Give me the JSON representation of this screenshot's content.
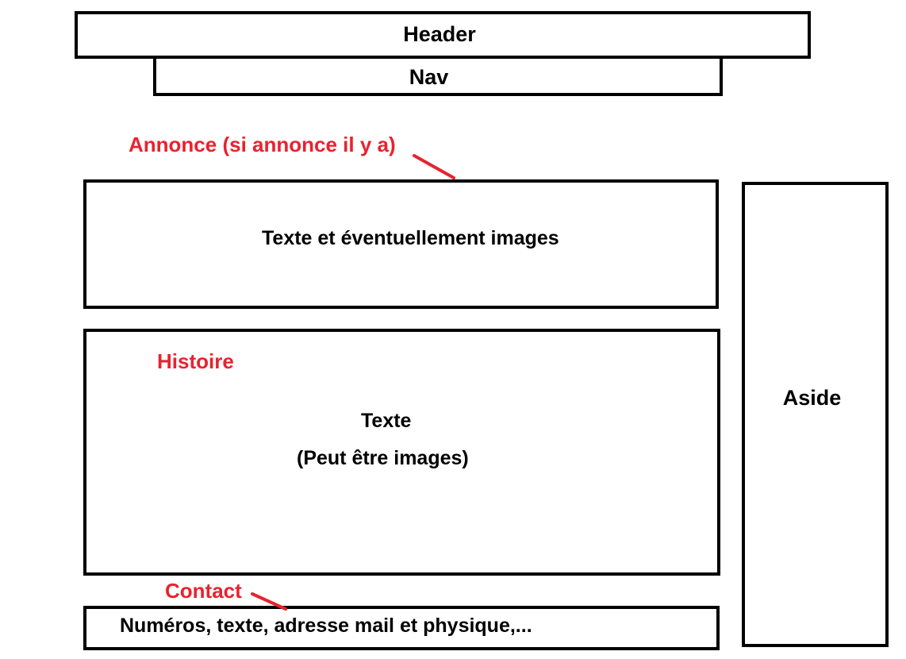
{
  "header": {
    "label": "Header"
  },
  "nav": {
    "label": "Nav"
  },
  "annonce": {
    "heading": "Annonce (si annonce il y a)",
    "body": "Texte et éventuellement images"
  },
  "histoire": {
    "heading": "Histoire",
    "body_line1": "Texte",
    "body_line2": "(Peut être images)"
  },
  "aside": {
    "label": "Aside"
  },
  "contact": {
    "heading": "Contact",
    "body": "Numéros, texte, adresse mail et physique,..."
  },
  "colors": {
    "box_border": "#000000",
    "annotation": "#e8232f",
    "background": "#ffffff"
  }
}
